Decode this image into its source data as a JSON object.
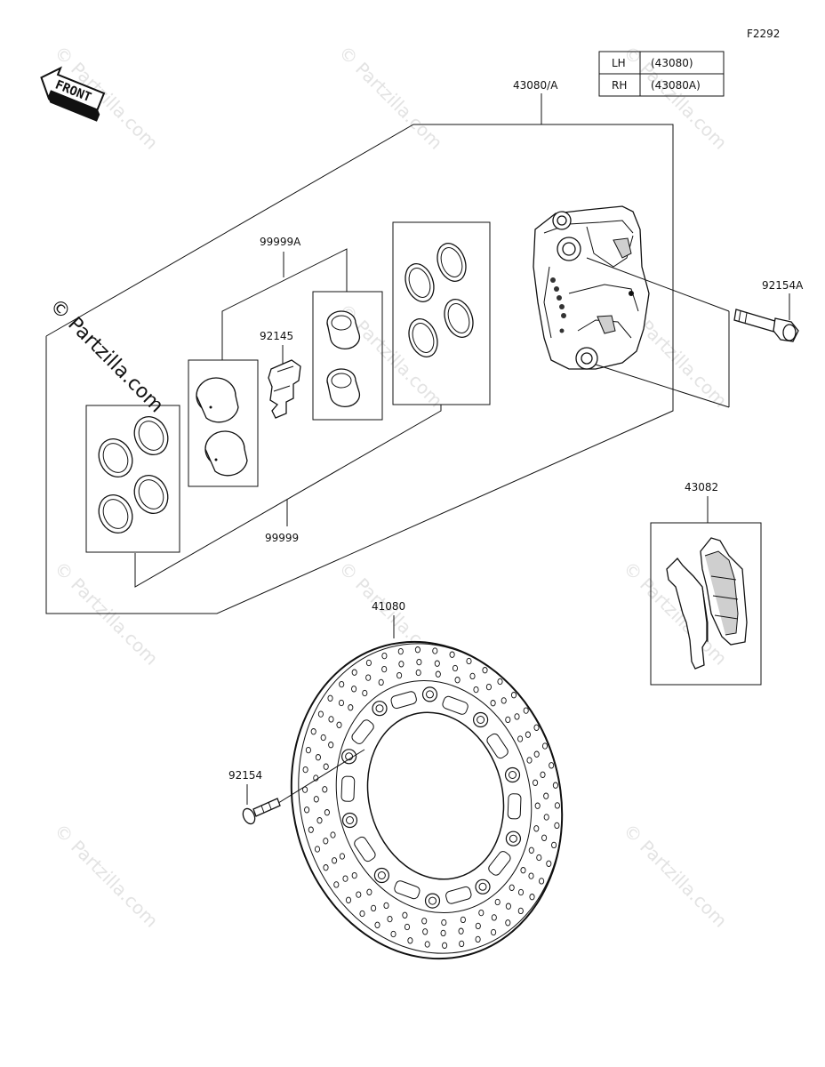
{
  "figure_code": "F2292",
  "side_table": [
    {
      "side": "LH",
      "part": "(43080)"
    },
    {
      "side": "RH",
      "part": "(43080A)"
    }
  ],
  "front_label": "FRONT",
  "watermark": "© Partzilla.com",
  "side_watermark": "© Partzilla.com",
  "parts": {
    "caliper_assy": "43080/A",
    "piston_seal_kit": "99999A",
    "pad_spring": "92145",
    "caliper_bolt": "92154A",
    "seal_kit": "99999",
    "brake_pads": "43082",
    "disc": "41080",
    "disc_bolt": "92154"
  }
}
